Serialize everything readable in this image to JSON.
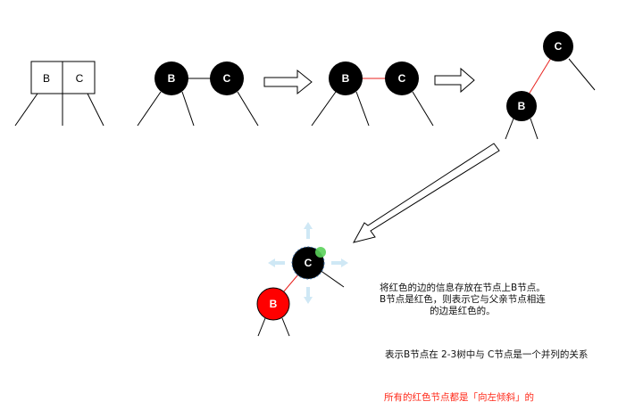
{
  "nodes": {
    "b": "B",
    "c": "C"
  },
  "notes": {
    "storage_line1": "将红色的边的信息存放在节点上B节点。",
    "storage_line2": "B节点是红色，则表示它与父亲节点相连",
    "storage_line3": "的边是红色的。",
    "parallel": "表示B节点在 2-3树中与 C节点是一个并列的关系",
    "left_leaning": "所有的红色节点都是「向左倾斜」的"
  },
  "colors": {
    "black_node": "#000000",
    "red_node": "#ff0000",
    "red_link": "#e8211d",
    "arrow_outline": "#000000",
    "handle": "#cfe8f5",
    "selection_dot": "#5ad15a",
    "note_red": "#ff2a1a"
  }
}
